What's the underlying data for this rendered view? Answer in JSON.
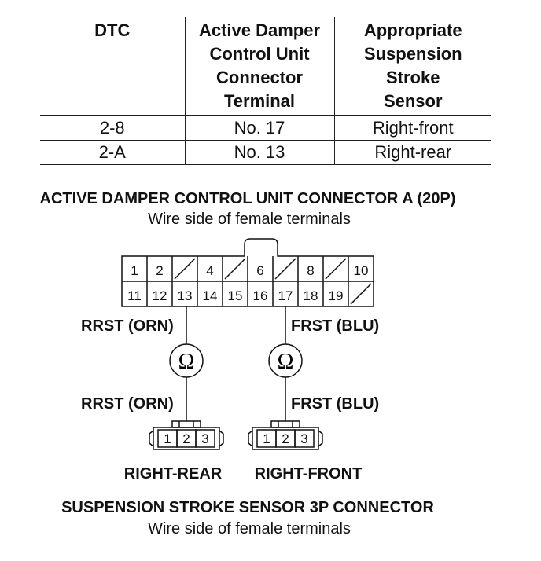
{
  "table": {
    "headers": [
      "DTC",
      "Active Damper Control Unit Connector Terminal",
      "Appropriate Suspension Stroke Sensor"
    ],
    "header_lines": [
      [
        "DTC"
      ],
      [
        "Active Damper",
        "Control Unit",
        "Connector",
        "Terminal"
      ],
      [
        "Appropriate",
        "Suspension",
        "Stroke",
        "Sensor"
      ]
    ],
    "rows": [
      [
        "2-8",
        "No. 17",
        "Right-front"
      ],
      [
        "2-A",
        "No. 13",
        "Right-rear"
      ]
    ]
  },
  "connector_a": {
    "title": "ACTIVE DAMPER CONTROL UNIT CONNECTOR A (20P)",
    "subtitle": "Wire side of female terminals",
    "top_row": [
      "1",
      "2",
      "",
      "4",
      "",
      "6",
      "",
      "8",
      "",
      "10"
    ],
    "bottom_row": [
      "11",
      "12",
      "13",
      "14",
      "15",
      "16",
      "17",
      "18",
      "19",
      ""
    ]
  },
  "wires": {
    "left_upper": "RRST (ORN)",
    "left_lower": "RRST (ORN)",
    "right_upper": "FRST (BLU)",
    "right_lower": "FRST (BLU)",
    "ohm_symbol": "Ω"
  },
  "sensor_connectors": {
    "terminals": [
      "1",
      "2",
      "3"
    ],
    "left_label": "RIGHT-REAR",
    "right_label": "RIGHT-FRONT",
    "title": "SUSPENSION STROKE SENSOR 3P CONNECTOR",
    "subtitle": "Wire side of female terminals"
  }
}
